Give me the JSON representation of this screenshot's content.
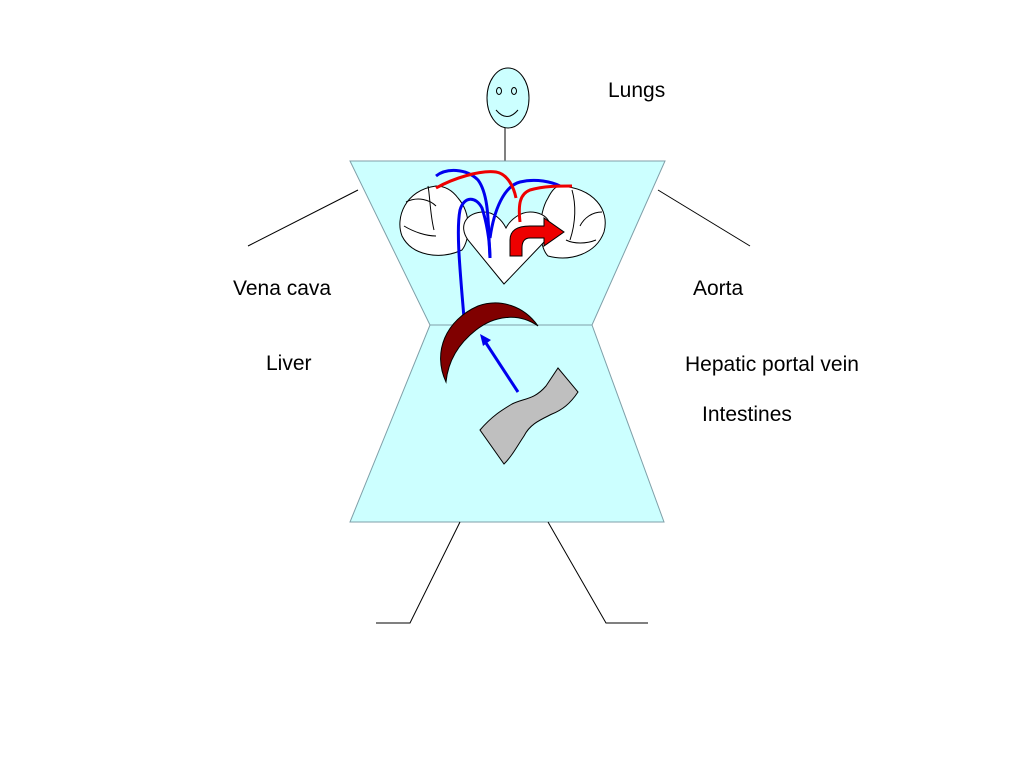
{
  "labels": {
    "lungs": "Lungs",
    "vena_cava": "Vena cava",
    "aorta": "Aorta",
    "liver": "Liver",
    "hepatic_portal_vein": "Hepatic portal vein",
    "intestines": "Intestines"
  },
  "colors": {
    "body_fill": "#ccffff",
    "body_stroke": "#7f9fa8",
    "deoxygenated_vessel": "#0000ee",
    "oxygenated_vessel": "#ee0000",
    "liver": "#800000",
    "intestine": "#bfbfbf",
    "outline": "#000000"
  },
  "icons": {
    "head": "smiley-face-icon",
    "heart": "heart-icon",
    "liver": "crescent-liver-icon",
    "intestine": "wavy-intestine-icon"
  }
}
